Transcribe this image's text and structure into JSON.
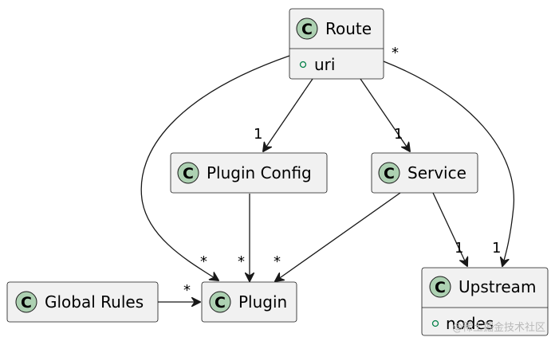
{
  "classes": {
    "route": {
      "badge": "C",
      "name": "Route",
      "attributes": [
        "uri"
      ]
    },
    "plugin_config": {
      "badge": "C",
      "name": "Plugin Config"
    },
    "service": {
      "badge": "C",
      "name": "Service"
    },
    "global_rules": {
      "badge": "C",
      "name": "Global Rules"
    },
    "plugin": {
      "badge": "C",
      "name": "Plugin"
    },
    "upstream": {
      "badge": "C",
      "name": "Upstream",
      "attributes": [
        "nodes"
      ]
    }
  },
  "relations": [
    {
      "from": "Route",
      "to": "Plugin",
      "to_multiplicity": "*"
    },
    {
      "from": "Route",
      "to": "Plugin Config",
      "to_multiplicity": "1"
    },
    {
      "from": "Route",
      "to": "Service",
      "to_multiplicity": "1"
    },
    {
      "from": "Route",
      "to": "Upstream",
      "from_multiplicity": "*",
      "to_multiplicity": "1"
    },
    {
      "from": "Plugin Config",
      "to": "Plugin",
      "to_multiplicity": "*"
    },
    {
      "from": "Service",
      "to": "Plugin",
      "to_multiplicity": "*"
    },
    {
      "from": "Service",
      "to": "Upstream",
      "to_multiplicity": "1"
    },
    {
      "from": "Global Rules",
      "to": "Plugin",
      "to_multiplicity": "*"
    }
  ],
  "watermark": "@稀土掘金技术社区",
  "colors": {
    "badge_fill": "#ADD1B2",
    "box_fill": "#F1F1F1",
    "line": "#181818",
    "attribute_marker": "#038048"
  }
}
